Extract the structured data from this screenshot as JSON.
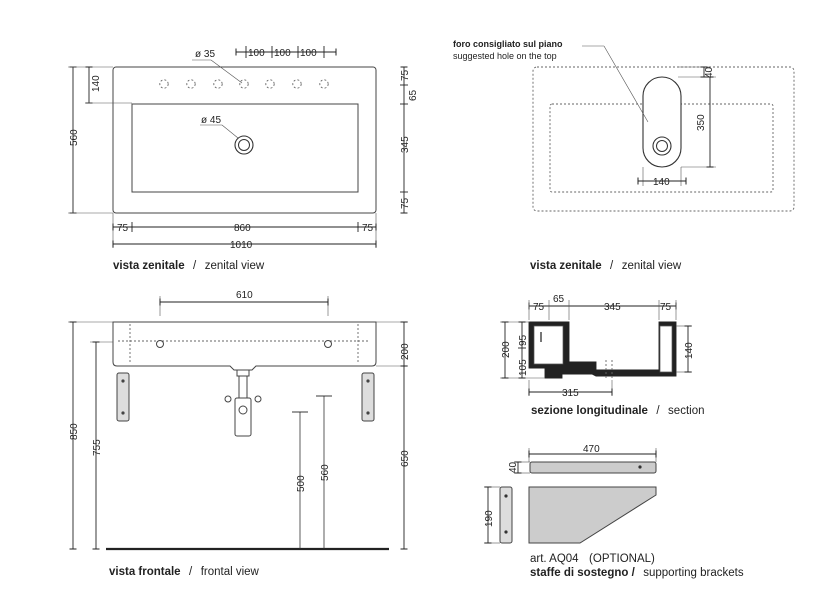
{
  "colors": {
    "line": "#222222",
    "fill_gray": "#cccccc",
    "floor": "#222222"
  },
  "zenital": {
    "dims": {
      "hole_dia": "ø 35",
      "s1": "100",
      "s2": "100",
      "s3": "100",
      "drain_dia": "ø 45",
      "top_depth": "140",
      "depth_total": "560",
      "r75_top": "75",
      "r65": "65",
      "r345": "345",
      "r75_bot": "75",
      "b75_l": "75",
      "b860": "860",
      "b75_r": "75",
      "b1010": "1010"
    },
    "caption_bold": "vista zenitale",
    "caption_sep": "/",
    "caption_rest": "zenital view"
  },
  "zenital2": {
    "note_bold": "foro consigliato sul piano",
    "note_rest": "suggested hole on the top",
    "dims": {
      "d40": "40",
      "d350": "350",
      "d140": "140"
    },
    "caption_bold": "vista zenitale",
    "caption_sep": "/",
    "caption_rest": "zenital view"
  },
  "frontal": {
    "dims": {
      "d610": "610",
      "d850": "850",
      "d755": "755",
      "d200": "200",
      "d650": "650",
      "d500": "500",
      "d560": "560"
    },
    "caption_bold": "vista frontale",
    "caption_sep": "/",
    "caption_rest": "frontal view"
  },
  "section": {
    "dims": {
      "d75a": "75",
      "d65": "65",
      "d345": "345",
      "d75b": "75",
      "d200": "200",
      "d105": "105",
      "d95": "95",
      "d315": "315",
      "d140": "140"
    },
    "caption_bold": "sezione longitudinale",
    "caption_sep": "/",
    "caption_rest": "section"
  },
  "brackets": {
    "dims": {
      "d470": "470",
      "d40": "40",
      "d190": "190"
    },
    "art_code": "art. AQ04",
    "art_optional": "(OPTIONAL)",
    "caption_bold": "staffe di sostegno /",
    "caption_rest": "supporting brackets"
  }
}
